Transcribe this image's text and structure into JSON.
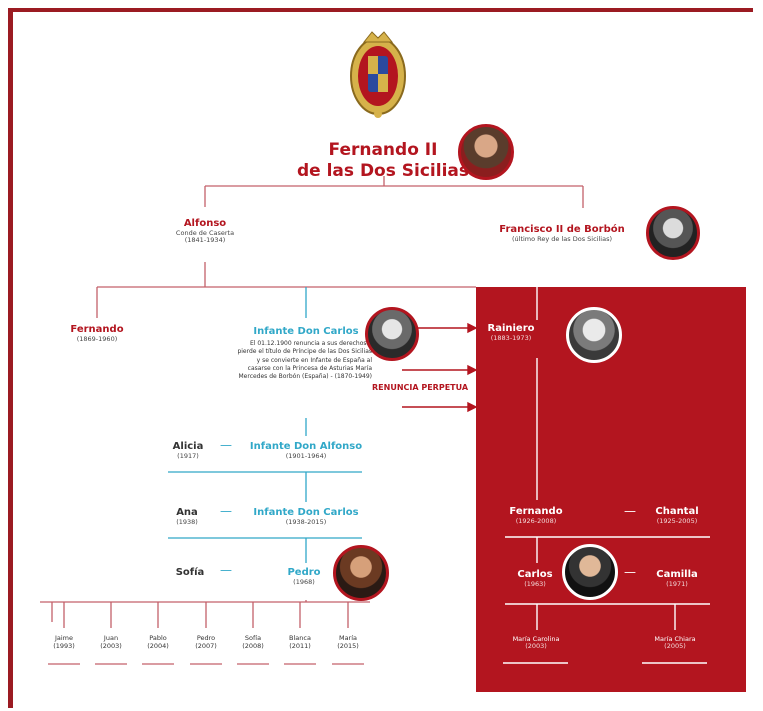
{
  "colors": {
    "frame": "#9b1b22",
    "panel": "#b3151f",
    "accent_blue": "#31a8c8"
  },
  "coat_of_arms": "crest-emblem",
  "root": {
    "line1": "Fernando II",
    "line2": "de las Dos Sicilias"
  },
  "alfonso": {
    "name": "Alfonso",
    "title": "Conde de Caserta",
    "dates": "(1841-1934)"
  },
  "francisco": {
    "name": "Francisco II de Borbón",
    "title": "(último Rey de las Dos Sicilias)"
  },
  "fernando_1869": {
    "name": "Fernando",
    "dates": "(1869-1960)"
  },
  "infante_carlos": {
    "name": "Infante Don Carlos",
    "desc": "El 01.12.1900 renuncia a sus derechos y pierde el título de Príncipe de las Dos Sicilias y se convierte en Infante de España al casarse con la Princesa de Asturias María Mercedes de Borbón (España) - (1870-1949)"
  },
  "renuncia": "RENUNCIA PERPETUA",
  "rainiero": {
    "name": "Rainiero",
    "dates": "(1883-1973)"
  },
  "alicia": {
    "name": "Alicia",
    "dates": "(1917)"
  },
  "infante_alfonso": {
    "name": "Infante Don Alfonso",
    "dates": "(1901-1964)"
  },
  "ana": {
    "name": "Ana",
    "dates": "(1938)"
  },
  "infante_carlos2": {
    "name": "Infante Don Carlos",
    "dates": "(1938-2015)"
  },
  "sofia": {
    "name": "Sofía"
  },
  "pedro": {
    "name": "Pedro",
    "dates": "(1968)"
  },
  "grandchildren": [
    {
      "name": "Jaime",
      "dates": "(1993)"
    },
    {
      "name": "Juan",
      "dates": "(2003)"
    },
    {
      "name": "Pablo",
      "dates": "(2004)"
    },
    {
      "name": "Pedro",
      "dates": "(2007)"
    },
    {
      "name": "Sofía",
      "dates": "(2008)"
    },
    {
      "name": "Blanca",
      "dates": "(2011)"
    },
    {
      "name": "María",
      "dates": "(2015)"
    }
  ],
  "fernando_1926": {
    "name": "Fernando",
    "dates": "(1926-2008)"
  },
  "chantal": {
    "name": "Chantal",
    "dates": "(1925-2005)"
  },
  "carlos": {
    "name": "Carlos",
    "dates": "(1963)"
  },
  "camilla": {
    "name": "Camilla",
    "dates": "(1971)"
  },
  "maria_carolina": {
    "name": "María Carolina",
    "dates": "(2003)"
  },
  "maria_chiara": {
    "name": "María Chiara",
    "dates": "(2005)"
  },
  "dash": "—"
}
